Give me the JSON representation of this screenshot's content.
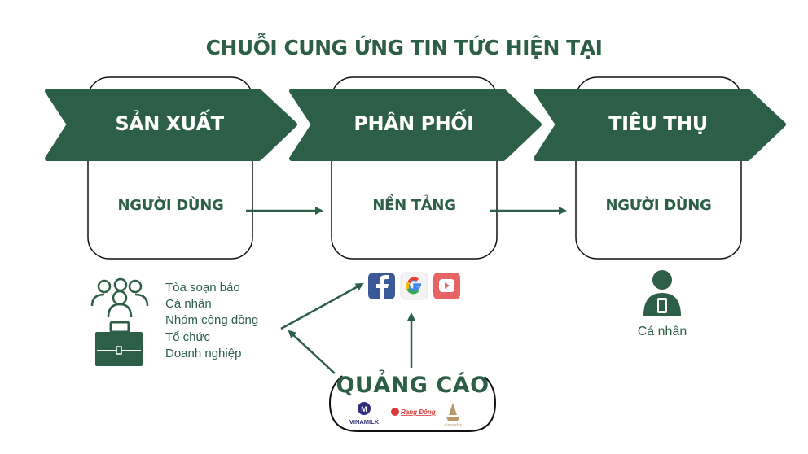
{
  "title": "CHUỖI CUNG ỨNG TIN TỨC HIỆN TẠI",
  "stages": [
    {
      "label": "SẢN XUẤT",
      "actor": "NGƯỜI DÙNG"
    },
    {
      "label": "PHÂN PHỐI",
      "actor": "NỀN TẢNG"
    },
    {
      "label": "TIÊU THỤ",
      "actor": "NGƯỜI DÙNG"
    }
  ],
  "producers": [
    "Tòa soạn báo",
    "Cá nhân",
    "Nhóm cộng đồng",
    "Tổ chức",
    "Doanh nghiệp"
  ],
  "platforms": [
    {
      "name": "facebook-icon",
      "color": "#3b5998"
    },
    {
      "name": "google-icon",
      "color": "#f2f2f2"
    },
    {
      "name": "youtube-icon",
      "color": "#e86464"
    }
  ],
  "advertising": {
    "label": "QUẢNG CÁO",
    "brands": [
      "VINAMILK",
      "Rạng Đông",
      "vinataba"
    ]
  },
  "consumer": "Cá nhân",
  "colors": {
    "primary": "#2d5e48"
  }
}
